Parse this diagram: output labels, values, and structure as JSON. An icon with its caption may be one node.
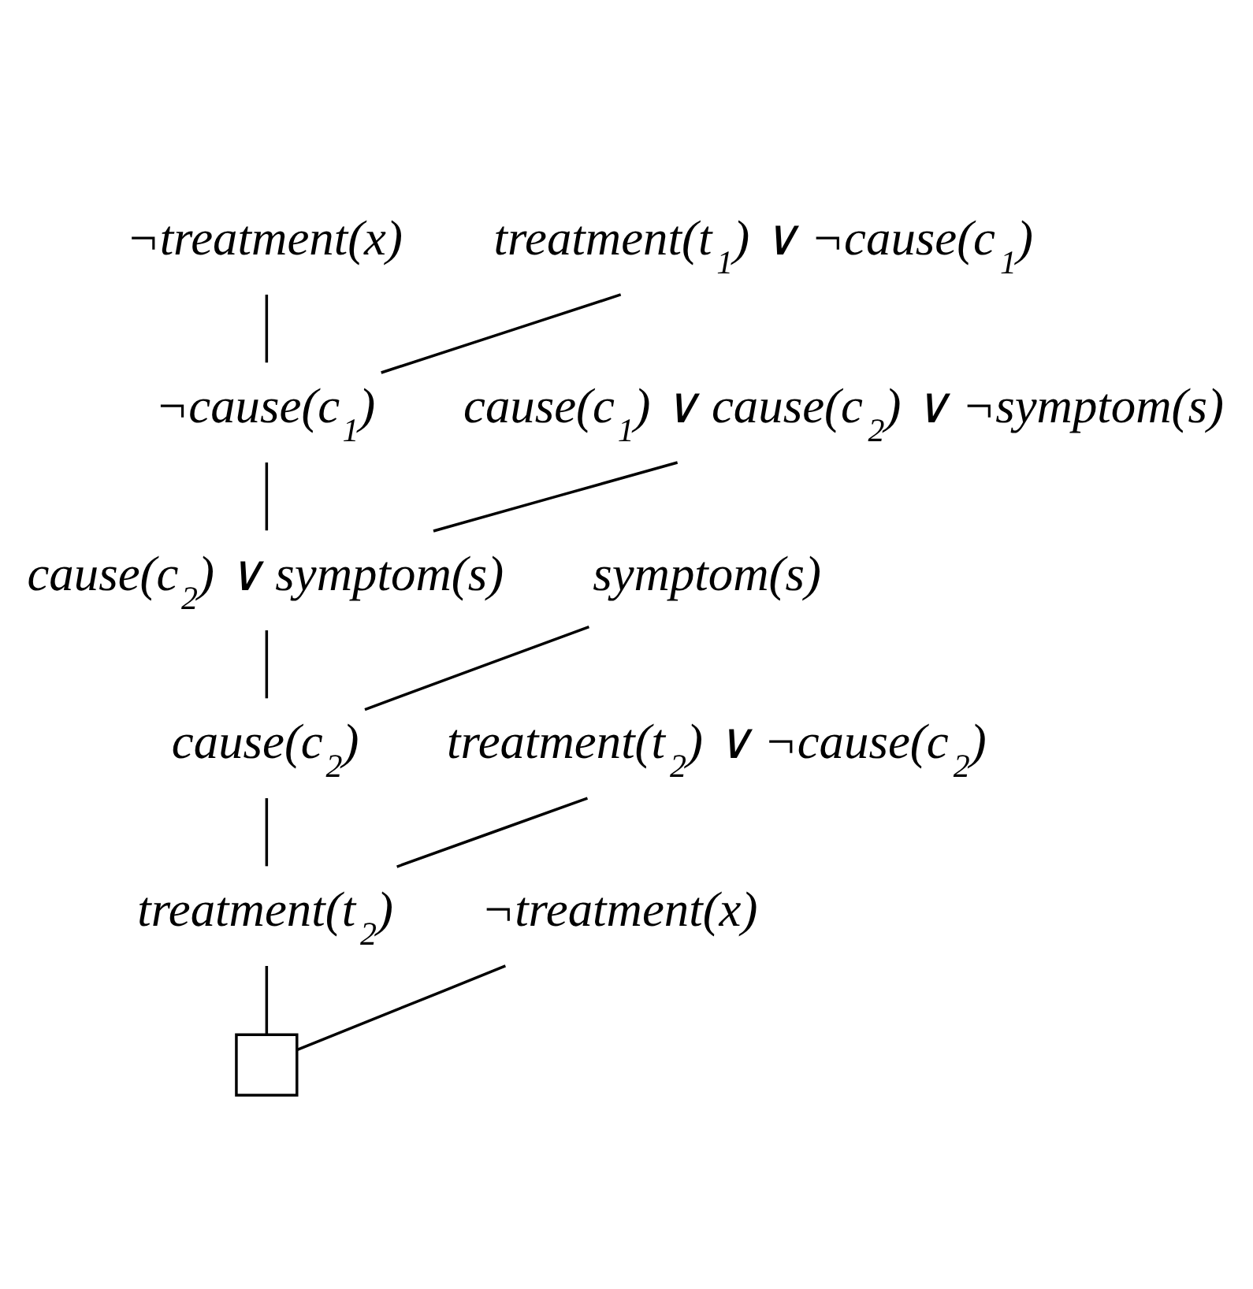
{
  "diagram": {
    "nodes": [
      {
        "text": [
          "¬treatment(x)"
        ]
      },
      {
        "text": [
          "treatment(t$_{1}$) ∨ ¬cause(c$_{1}$)"
        ]
      },
      {
        "text": [
          "¬cause(c$_{1}$)"
        ]
      },
      {
        "text": [
          "cause(c$_{1}$) ∨ cause(c$_{2}$) ∨ ¬symptom(s)"
        ]
      },
      {
        "text": [
          "cause(c$_{2}$) ∨ symptom(s)"
        ]
      },
      {
        "text": [
          "symptom(s)"
        ]
      },
      {
        "text": [
          "cause(c$_{2}$)"
        ]
      },
      {
        "text": [
          "treatment(t$_{2}$) ∨ ¬cause(c$_{2}$)"
        ]
      },
      {
        "text": [
          "treatment(t$_{2}$)"
        ]
      },
      {
        "text": [
          "¬treatment(x)"
        ]
      },
      {
        "text": [],
        "shape": "box"
      }
    ],
    "edges": [
      {
        "from": 0,
        "to": 2,
        "arrow": "none"
      },
      {
        "from": 1,
        "to": 2,
        "arrow": "none"
      },
      {
        "from": 2,
        "to": 4,
        "arrow": "none"
      },
      {
        "from": 3,
        "to": 4,
        "arrow": "none"
      },
      {
        "from": 4,
        "to": 6,
        "arrow": "none"
      },
      {
        "from": 5,
        "to": 6,
        "arrow": "none"
      },
      {
        "from": 6,
        "to": 8,
        "arrow": "none"
      },
      {
        "from": 7,
        "to": 8,
        "arrow": "none"
      },
      {
        "from": 8,
        "to": 10,
        "arrow": "none"
      },
      {
        "from": 9,
        "to": 10,
        "arrow": "none"
      }
    ]
  }
}
